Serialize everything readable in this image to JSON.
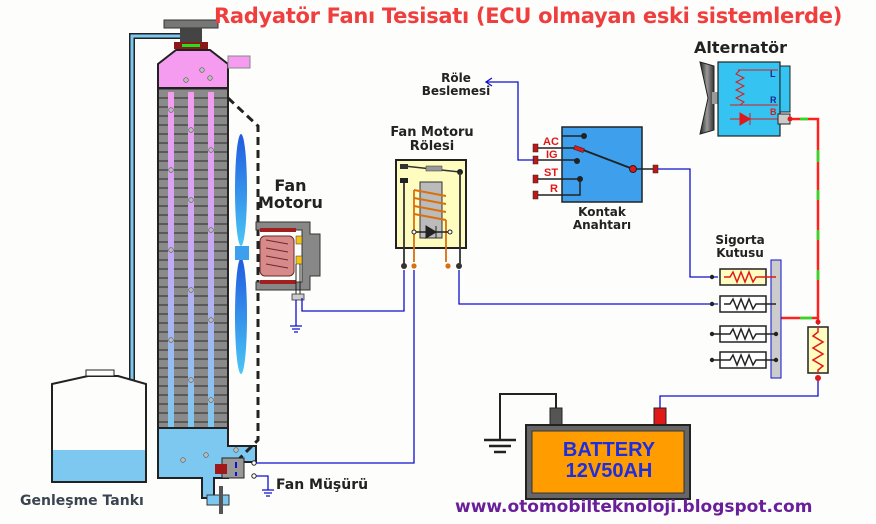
{
  "title": "Radyatör Fanı Tesisatı (ECU olmayan eski sistemlerde)",
  "footer_url": "www.otomobilteknoloji.blogspot.com",
  "labels": {
    "fan_motor": [
      "Fan",
      "Motoru"
    ],
    "fan_motor_relay": [
      "Fan Motoru",
      "Rölesi"
    ],
    "relay_supply": [
      "Röle",
      "Beslemesi"
    ],
    "ignition_switch": [
      "Kontak",
      "Anahtarı"
    ],
    "alternator": "Alternatör",
    "fuse_box": [
      "Sigorta",
      "Kutusu"
    ],
    "fan_switch": "Fan Müşürü",
    "expansion_tank": "Genleşme Tankı"
  },
  "ignition_terminals": [
    "AC",
    "IG",
    "ST",
    "R"
  ],
  "alternator_terminals": [
    "L",
    "R",
    "B"
  ],
  "battery": {
    "line1": "BATTERY",
    "line2": "12V50AH"
  },
  "colors": {
    "title": "#ef3e3e",
    "wire": "#1010d0",
    "power_wire": "#ff2020",
    "coolant_hot": "#f59cf0",
    "coolant_cold": "#7cc8f0",
    "switch_box": "#3ea0ec",
    "alternator_body": "#35c4f2",
    "battery_body": "#ff9c00",
    "battery_text": "#1c2ee0",
    "relay_body": "#fffcc0",
    "url": "#6a1f9a"
  }
}
